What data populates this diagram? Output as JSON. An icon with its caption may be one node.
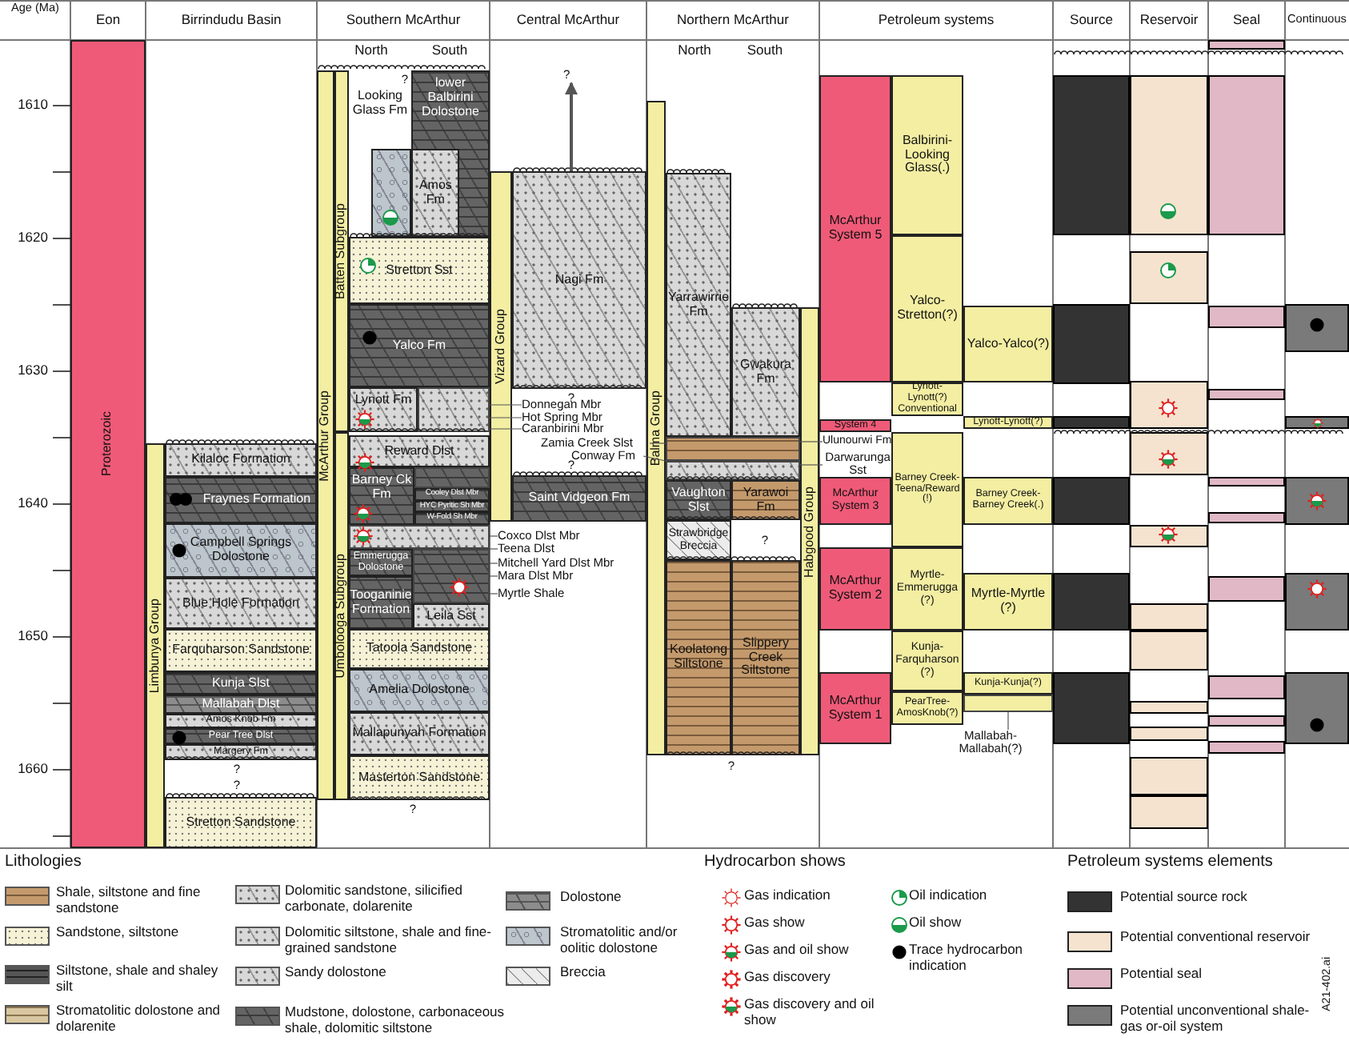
{
  "diagram": {
    "nodes": [
      {
        "text": [
          "Proterozoic"
        ]
      },
      {
        "text": [
          "Limbunya Group"
        ]
      },
      {
        "text": [
          "Kilaloc Formation"
        ]
      },
      {
        "text": [
          "Fraynes Formation"
        ]
      },
      {
        "text": [
          "Campbell Springs Dolostone"
        ]
      },
      {
        "text": [
          "Blue Hole Formation"
        ]
      },
      {
        "text": [
          "Farquharson Sandstone"
        ]
      },
      {
        "text": [
          "Kunja Slst"
        ]
      },
      {
        "text": [
          "Mallabah Dlst"
        ]
      },
      {
        "text": [
          "Amos Knob Fm"
        ]
      },
      {
        "text": [
          "Pear Tree Dlst"
        ]
      },
      {
        "text": [
          "Margery Fm"
        ]
      },
      {
        "text": [
          "Stretton Sandstone"
        ]
      },
      {
        "text": [
          "McArthur Group"
        ]
      },
      {
        "text": [
          "Batten Subgroup"
        ]
      },
      {
        "text": [
          "Umbolooga Subgroup"
        ]
      },
      {
        "text": [
          "Looking Glass Fm"
        ]
      },
      {
        "text": [
          "lower Balbirini Dolostone"
        ]
      },
      {
        "text": [
          "Amos Fm"
        ],
        "in": 17
      },
      {
        "text": [
          "Stretton Sst"
        ]
      },
      {
        "text": [
          "Yalco Fm"
        ]
      },
      {
        "text": [
          "Lynott Fm"
        ]
      },
      {
        "text": [
          "Reward Dlst"
        ]
      },
      {
        "text": [
          "Barney Ck Fm"
        ]
      },
      {
        "text": [
          "Cooley Dlst Mbr"
        ]
      },
      {
        "text": [
          "HYC Pyritic Sh Mbr"
        ]
      },
      {
        "text": [
          "W-Fold Sh Mbr"
        ]
      },
      {
        "text": [
          "Emmerugga Dolostone"
        ]
      },
      {
        "text": [
          "Tooganinie Formation"
        ]
      },
      {
        "text": [
          "Leila Sst"
        ]
      },
      {
        "text": [
          "Tatoola Sandstone"
        ]
      },
      {
        "text": [
          "Amelia Dolostone"
        ]
      },
      {
        "text": [
          "Mallapunyah Formation"
        ]
      },
      {
        "text": [
          "Masterton Sandstone"
        ]
      },
      {
        "text": [
          "Donnegan Mbr"
        ]
      },
      {
        "text": [
          "Hot Spring Mbr"
        ]
      },
      {
        "text": [
          "Caranbirini Mbr"
        ]
      },
      {
        "text": [
          "Zamia Creek Slst"
        ]
      },
      {
        "text": [
          "Conway Fm"
        ]
      },
      {
        "text": [
          "Coxco Dlst Mbr"
        ]
      },
      {
        "text": [
          "Teena Dlst"
        ]
      },
      {
        "text": [
          "Mitchell Yard Dlst Mbr"
        ]
      },
      {
        "text": [
          "Mara Dlst Mbr"
        ]
      },
      {
        "text": [
          "Myrtle Shale"
        ]
      },
      {
        "text": [
          "?"
        ]
      },
      {
        "text": [
          "Vizard Group"
        ]
      },
      {
        "text": [
          "Nagi Fm"
        ]
      },
      {
        "text": [
          "Saint Vidgeon Fm"
        ]
      },
      {
        "text": [
          "Balma Group"
        ]
      },
      {
        "text": [
          "Yarrawirrie Fm"
        ]
      },
      {
        "text": [
          "Gwakura Fm"
        ]
      },
      {
        "text": [],
        "shape": "box"
      },
      {
        "text": [],
        "shape": "box"
      },
      {
        "text": [
          "Vaughton Slst"
        ]
      },
      {
        "text": [
          "Yarawoi Fm"
        ]
      },
      {
        "text": [
          "Strawbridge Breccia"
        ]
      },
      {
        "text": [
          "Koolatong Siltstone"
        ]
      },
      {
        "text": [
          "Slippery Creek Siltstone"
        ]
      },
      {
        "text": [
          "Habgood Group"
        ]
      },
      {
        "text": [
          "Ulunourwi Fm"
        ]
      },
      {
        "text": [
          "Darwarunga Sst"
        ]
      },
      {
        "text": [
          "McArthur System 5"
        ]
      },
      {
        "text": [
          "Balbirini-Looking Glass(.)"
        ]
      },
      {
        "text": [
          "Yalco-Stretton(?)"
        ]
      },
      {
        "text": [
          "Yalco-Yalco(?)"
        ]
      },
      {
        "text": [
          "Lynott-Lynott(?) Conventional"
        ]
      },
      {
        "text": [
          "Lynott-Lynott(?)"
        ]
      },
      {
        "text": [
          "System 4"
        ]
      },
      {
        "text": [
          "Barney Creek-Teena/Reward (!)"
        ]
      },
      {
        "text": [
          "McArthur System 3"
        ]
      },
      {
        "text": [
          "Barney Creek-Barney Creek(.)"
        ]
      },
      {
        "text": [
          "McArthur System 2"
        ]
      },
      {
        "text": [
          "Myrtle-Emmerugga (?)"
        ]
      },
      {
        "text": [
          "Myrtle-Myrtle (?)"
        ]
      },
      {
        "text": [
          "Kunja-Farquharson (?)"
        ]
      },
      {
        "text": [
          "McArthur System 1"
        ]
      },
      {
        "text": [
          "PearTree-AmosKnob(?)"
        ]
      },
      {
        "text": [
          "Kunja-Kunja(?)"
        ]
      },
      {
        "text": [],
        "shape": "box"
      },
      {
        "text": [
          "Mallabah-Mallabah(?)"
        ]
      },
      {
        "text": [],
        "shape": "bar"
      },
      {
        "text": [],
        "shape": "bar"
      },
      {
        "text": [],
        "shape": "bar"
      },
      {
        "text": [],
        "shape": "bar"
      },
      {
        "text": [],
        "shape": "bar"
      },
      {
        "text": [],
        "shape": "bar"
      },
      {
        "text": [],
        "shape": "bar"
      },
      {
        "text": [],
        "shape": "bar"
      },
      {
        "text": [],
        "shape": "bar"
      },
      {
        "text": [],
        "shape": "bar"
      },
      {
        "text": [],
        "shape": "bar"
      },
      {
        "text": [],
        "shape": "bar"
      },
      {
        "text": [],
        "shape": "bar"
      },
      {
        "text": [],
        "shape": "bar"
      },
      {
        "text": [],
        "shape": "bar"
      },
      {
        "text": [],
        "shape": "bar"
      },
      {
        "text": [],
        "shape": "bar"
      },
      {
        "text": [],
        "shape": "bar"
      },
      {
        "text": [],
        "shape": "bar"
      },
      {
        "text": [],
        "shape": "bar"
      },
      {
        "text": [],
        "shape": "bar"
      },
      {
        "text": [],
        "shape": "bar"
      },
      {
        "text": [],
        "shape": "bar"
      },
      {
        "text": [],
        "shape": "bar"
      },
      {
        "text": [],
        "shape": "bar"
      },
      {
        "text": [],
        "shape": "bar"
      },
      {
        "text": [],
        "shape": "bar"
      },
      {
        "text": [],
        "shape": "bar"
      },
      {
        "text": [],
        "shape": "bar"
      },
      {
        "text": [],
        "shape": "bar"
      },
      {
        "text": [],
        "shape": "bar"
      },
      {
        "text": [],
        "shape": "bar"
      },
      {
        "text": [],
        "shape": "box"
      },
      {
        "text": [],
        "shape": "box"
      },
      {
        "text": [],
        "shape": "box"
      },
      {
        "text": [],
        "shape": "box"
      }
    ],
    "edges": [
      {
        "from": 46,
        "to": 44,
        "arrow": "to"
      },
      {
        "from": 34,
        "to": 112,
        "arrow": "none"
      },
      {
        "from": 35,
        "to": 112,
        "arrow": "none"
      },
      {
        "from": 36,
        "to": 112,
        "arrow": "none"
      },
      {
        "from": 37,
        "to": 51,
        "arrow": "none"
      },
      {
        "from": 38,
        "to": 52,
        "arrow": "none"
      },
      {
        "from": 59,
        "to": 51,
        "arrow": "none"
      },
      {
        "from": 60,
        "to": 52,
        "arrow": "none"
      },
      {
        "from": 39,
        "to": 114,
        "arrow": "none"
      },
      {
        "from": 40,
        "to": 114,
        "arrow": "none"
      },
      {
        "from": 41,
        "to": 115,
        "arrow": "none"
      },
      {
        "from": 42,
        "to": 115,
        "arrow": "none"
      },
      {
        "from": 43,
        "to": 115,
        "arrow": "none"
      },
      {
        "from": 79,
        "to": 78,
        "arrow": "none"
      }
    ],
    "labels": [
      "Age (Ma)",
      "Eon",
      "Birrindudu Basin",
      "Southern McArthur",
      "Central McArthur",
      "Northern McArthur",
      "Petroleum systems",
      "Source",
      "Reservoir",
      "Seal",
      "Continuous",
      "North",
      "South",
      "North",
      "South",
      "1610",
      "1620",
      "1630",
      "1640",
      "1650",
      "1660",
      "?",
      "?",
      "?",
      "?",
      "?",
      "?",
      "?",
      "?",
      "Lithologies",
      "Hydrocarbon shows",
      "Petroleum systems elements",
      "A21-402.ai"
    ],
    "legend": [
      {
        "text": "Shale, siltstone and fine sandstone"
      },
      {
        "text": "Sandstone, siltstone"
      },
      {
        "text": "Siltstone, shale and shaley silt"
      },
      {
        "text": "Stromatolitic dolostone and dolarenite"
      },
      {
        "text": "Dolomitic sandstone, silicified carbonate, dolarenite"
      },
      {
        "text": "Dolomitic siltstone, shale and fine-grained sandstone"
      },
      {
        "text": "Sandy dolostone"
      },
      {
        "text": "Mudstone, dolostone, carbonaceous shale, dolomitic siltstone"
      },
      {
        "text": "Dolostone"
      },
      {
        "text": "Stromatolitic and/or oolitic dolostone"
      },
      {
        "text": "Breccia"
      },
      {
        "text": "Gas indication"
      },
      {
        "text": "Gas show"
      },
      {
        "text": "Gas and oil show"
      },
      {
        "text": "Gas discovery"
      },
      {
        "text": "Gas discovery and oil show"
      },
      {
        "text": "Oil indication"
      },
      {
        "text": "Oil show"
      },
      {
        "text": "Trace hydrocarbon indication"
      },
      {
        "text": "Potential source rock",
        "color": "#333333"
      },
      {
        "text": "Potential conventional reservoir",
        "color": "#f5e3cf"
      },
      {
        "text": "Potential seal",
        "color": "#e0b8c6"
      },
      {
        "text": "Potential unconventional shale-gas or-oil system",
        "color": "#7a7a7a"
      }
    ]
  }
}
